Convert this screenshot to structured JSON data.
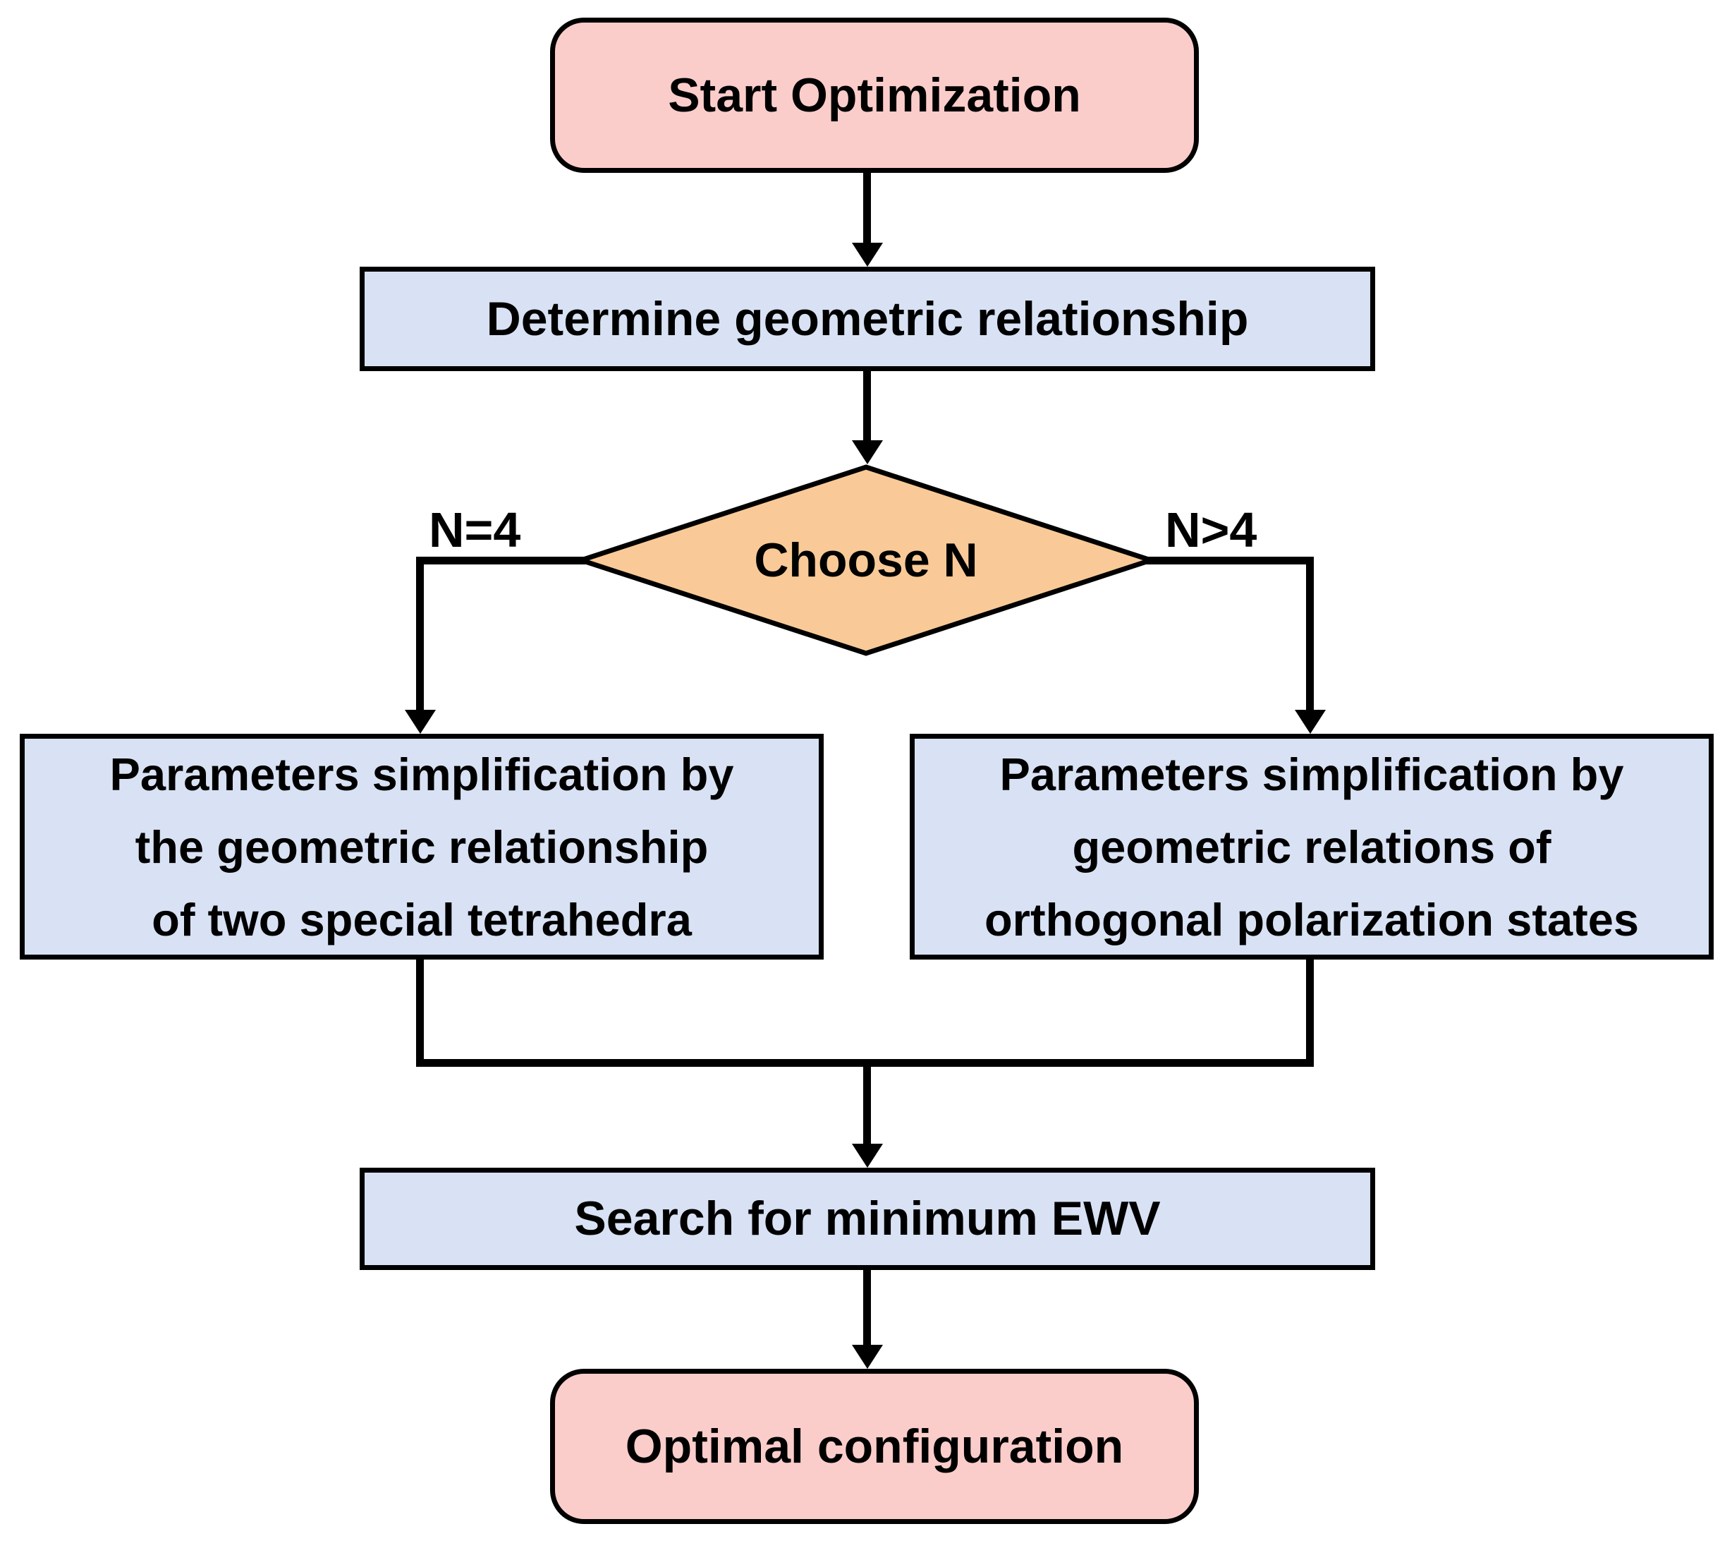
{
  "title": "Optimization flowchart",
  "colors": {
    "background": "#ffffff",
    "terminal_fill": "#fbcdca",
    "process_fill": "#d8e2f4",
    "decision_fill": "#f9ca97",
    "stroke": "#000000",
    "text": "#000000"
  },
  "nodes": {
    "start": {
      "label": "Start Optimization",
      "shape": "rounded-rectangle"
    },
    "determine": {
      "label": "Determine geometric relationship",
      "shape": "rectangle"
    },
    "choose_n": {
      "label": "Choose N",
      "shape": "diamond"
    },
    "param_tetrahedra": {
      "label": "Parameters simplification by\nthe geometric relationship\nof two special tetrahedra",
      "shape": "rectangle"
    },
    "param_orthogonal": {
      "label": "Parameters simplification by\ngeometric relations of\northogonal polarization states",
      "shape": "rectangle"
    },
    "search_ewv": {
      "label": "Search for minimum EWV",
      "shape": "rectangle"
    },
    "optimal": {
      "label": "Optimal configuration",
      "shape": "rounded-rectangle"
    }
  },
  "edges": {
    "branch_left_label": "N=4",
    "branch_right_label": "N>4"
  }
}
